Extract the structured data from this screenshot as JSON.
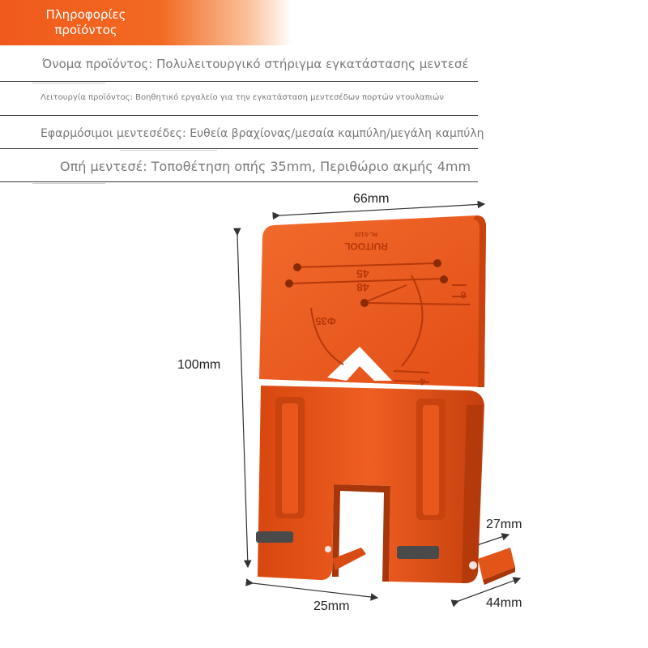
{
  "header": {
    "line1": "Πληροφορίες",
    "line2": "προϊόντος"
  },
  "specs": {
    "name": "Όνομα προϊόντος: Πολυλειτουργικό στήριγμα εγκατάστασης μεντεσέ",
    "function": "Λειτουργία προϊόντος: Βοηθητικό εργαλείο για την εγκατάσταση μεντεσέδων πορτών ντουλαπιών",
    "hinges": "Εφαρμόσιμοι μεντεσέδες: Ευθεία βραχίονας/μεσαία καμπύλη/μεγάλη καμπύλη",
    "hole": "Οπή μεντεσέ: Τοποθέτηση οπής 35mm, Περιθώριο ακμής 4mm"
  },
  "dimensions": {
    "width": "66mm",
    "height": "100mm",
    "foot_depth": "27mm",
    "base_width": "25mm",
    "base_depth": "44mm"
  },
  "product_marks": {
    "brand": "RUITOOL",
    "model": "RL-S128",
    "mark_45": "45",
    "mark_48": "48",
    "mark_6": "6",
    "mark_4": "4",
    "mark_phi": "Φ35"
  },
  "colors": {
    "accent": "#f05a1c",
    "product": "#e8541b",
    "product_dark": "#c5410f",
    "text_muted": "#7a7a7a"
  }
}
